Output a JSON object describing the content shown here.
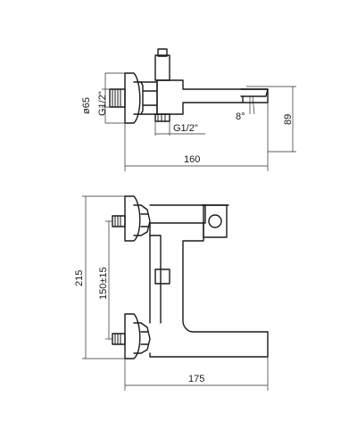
{
  "drawing": {
    "top_view": {
      "diameter_label": "ø65",
      "inlet_thread_label": "G1/2\"",
      "outlet_thread_label": "G1/2\"",
      "angle_label": "8°",
      "height_label": "89",
      "depth_label": "160"
    },
    "front_view": {
      "height_label": "215",
      "center_distance_label": "150±15",
      "width_label": "175"
    }
  }
}
